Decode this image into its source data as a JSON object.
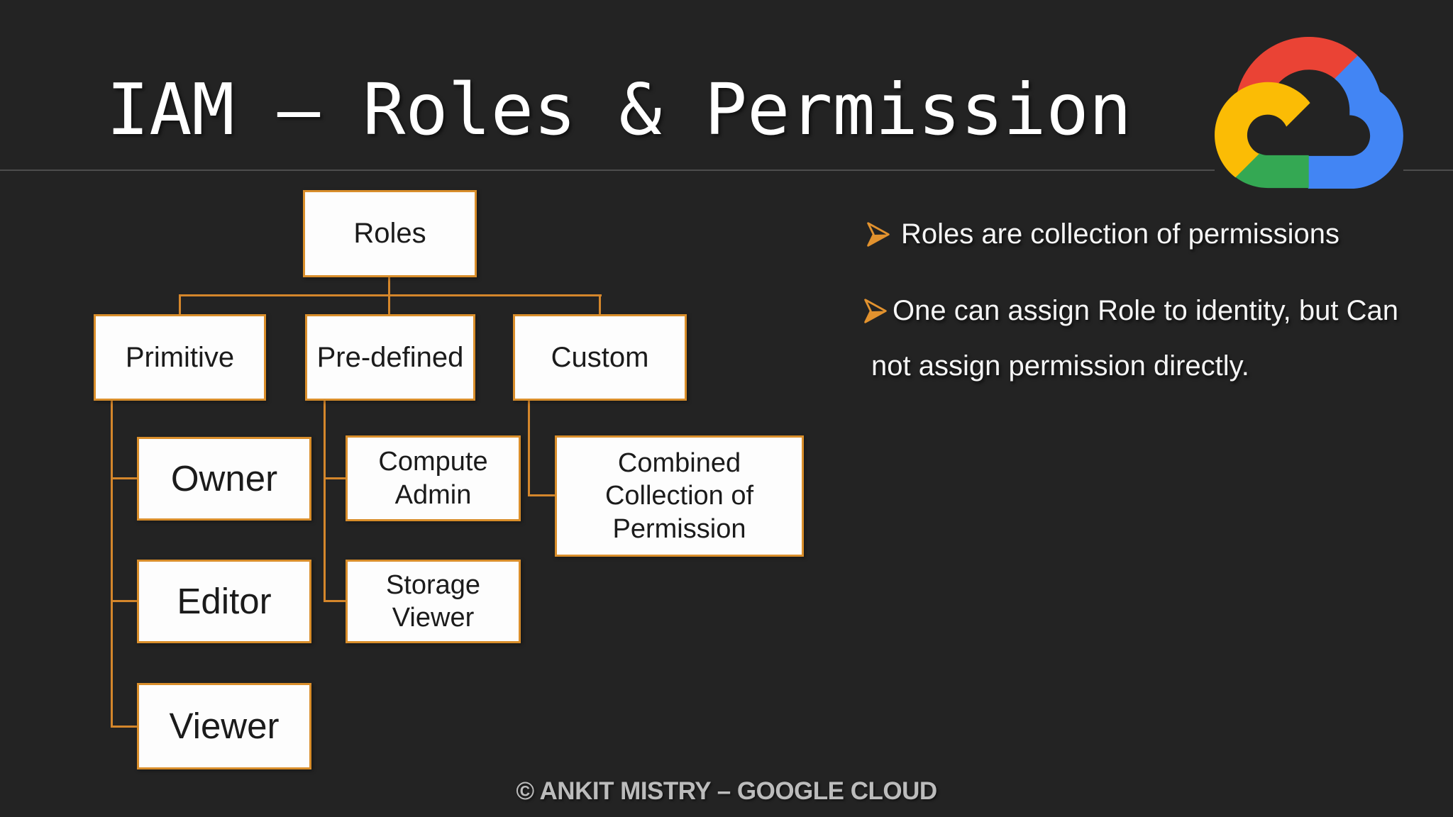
{
  "slide": {
    "title": "IAM – Roles & Permission",
    "footer": "© ANKIT MISTRY – GOOGLE CLOUD"
  },
  "bullets": [
    {
      "lines": [
        "Roles are collection of permissions"
      ]
    },
    {
      "lines": [
        "One can assign Role to identity, but Can",
        "not assign permission directly."
      ]
    }
  ],
  "diagram": {
    "type": "tree",
    "nodes": {
      "roles": {
        "label": "Roles"
      },
      "primitive": {
        "label": "Primitive"
      },
      "predefined": {
        "label": "Pre-defined"
      },
      "custom": {
        "label": "Custom"
      },
      "owner": {
        "label": "Owner"
      },
      "editor": {
        "label": "Editor"
      },
      "viewer": {
        "label": "Viewer"
      },
      "compute_admin": {
        "label": "Compute Admin"
      },
      "storage_viewer": {
        "label": "Storage Viewer"
      },
      "combined": {
        "label": "Combined Collection of Permission"
      }
    },
    "edges": [
      [
        "Roles",
        "Primitive"
      ],
      [
        "Roles",
        "Pre-defined"
      ],
      [
        "Roles",
        "Custom"
      ],
      [
        "Primitive",
        "Owner"
      ],
      [
        "Primitive",
        "Editor"
      ],
      [
        "Primitive",
        "Viewer"
      ],
      [
        "Pre-defined",
        "Compute Admin"
      ],
      [
        "Pre-defined",
        "Storage Viewer"
      ],
      [
        "Custom",
        "Combined Collection of Permission"
      ]
    ]
  },
  "icons": {
    "bullet": "arrow-bullet-icon",
    "logo": "google-cloud-logo"
  },
  "colors": {
    "background": "#232323",
    "accent_orange": "#d98e2b",
    "connector_orange": "#d4862b",
    "node_fill": "#fdfdfd",
    "node_text": "#1b1b1b",
    "title_text": "#ffffff",
    "bullet_text": "#f5f5f5",
    "divider": "#4d4d4d",
    "footer_text": "#bcbcbc",
    "logo_red": "#EA4335",
    "logo_blue": "#4285F4",
    "logo_green": "#34A853",
    "logo_yellow": "#FBBC05"
  }
}
